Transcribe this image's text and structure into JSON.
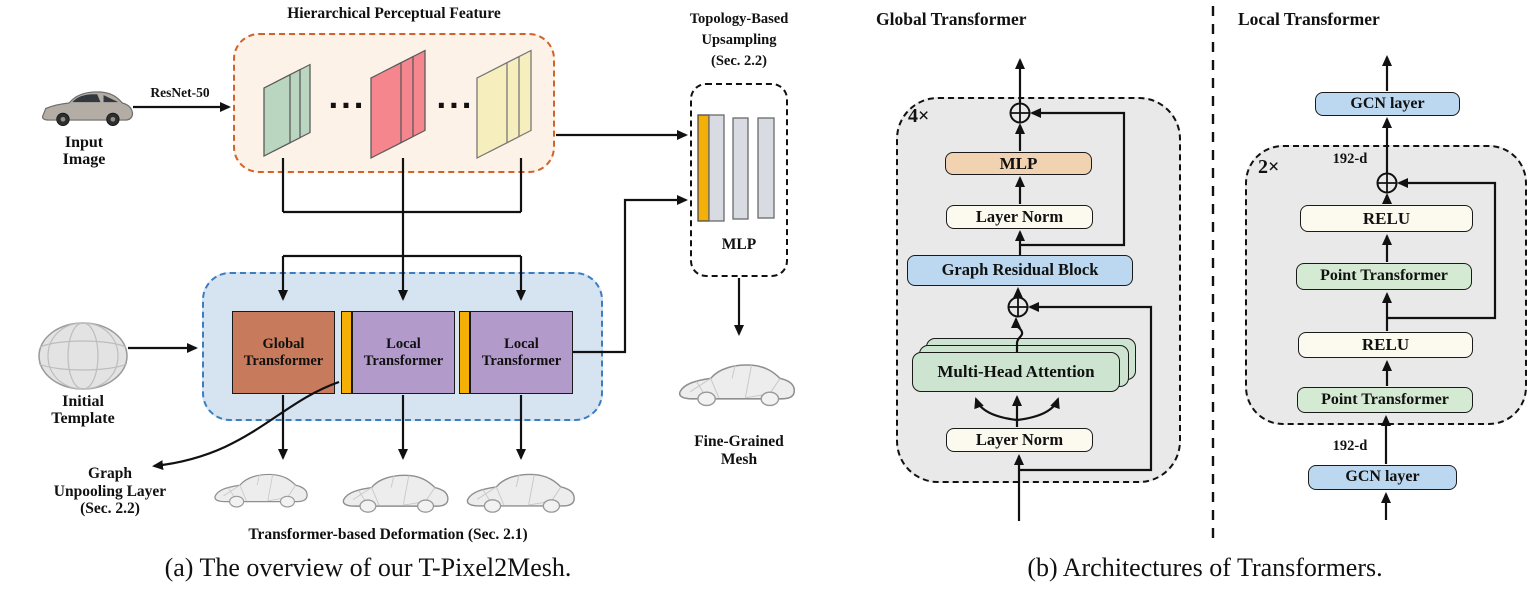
{
  "colors": {
    "feature_box_border": "#D2622A",
    "feature_box_bg": "#FCF2E8",
    "deform_box_border": "#3C7DC0",
    "deform_box_bg": "#D6E4F2",
    "global_transformer_fill": "#C87B5C",
    "local_transformer_fill": "#B29BCB",
    "highlight_strip_yellow": "#F5B008",
    "mlp_fill": "#F2D3B1",
    "layer_norm_fill": "#FCFAEE",
    "graph_residual_fill": "#BCD8F0",
    "attention_fill": "#CDE4D0",
    "point_transformer_fill": "#D5EAD3",
    "panel_bg": "#E9E9E9",
    "feature_map_green": "#BAD6C0",
    "feature_map_red": "#F5868E",
    "feature_map_yellow": "#F6EFBD"
  },
  "panel_a": {
    "caption": "(a) The overview of our T-Pixel2Mesh.",
    "resnet_label": "ResNet-50",
    "input_image_label": [
      "Input",
      "Image"
    ],
    "feature_box_title": "Hierarchical Perceptual Feature",
    "dots": "...",
    "initial_template_label": [
      "Initial",
      "Template"
    ],
    "graph_unpooling_label": [
      "Graph",
      "Unpooling Layer",
      "(Sec. 2.2)"
    ],
    "topology_title": [
      "Topology-Based",
      "Upsampling",
      "(Sec. 2.2)"
    ],
    "topology_mlp_label": "MLP",
    "transformer_blocks": [
      [
        "Global",
        "Transformer"
      ],
      [
        "Local",
        "Transformer"
      ],
      [
        "Local",
        "Transformer"
      ]
    ],
    "fine_grained_label": [
      "Fine-Grained",
      "Mesh"
    ],
    "deformation_label": "Transformer-based Deformation (Sec. 2.1)"
  },
  "panel_b": {
    "caption": "(b) Architectures of Transformers.",
    "global": {
      "title": "Global Transformer",
      "repeat_label": "4×",
      "mlp": "MLP",
      "layer_norm_top": "Layer Norm",
      "graph_residual_block": "Graph Residual Block",
      "multi_head_attention": "Multi-Head Attention",
      "layer_norm_bottom": "Layer Norm"
    },
    "local": {
      "title": "Local Transformer",
      "repeat_label": "2×",
      "dim_label_top": "192-d",
      "dim_label_bottom": "192-d",
      "gcn_top": "GCN layer",
      "relu_top": "RELU",
      "point_transformer_top": "Point Transformer",
      "relu_bottom": "RELU",
      "point_transformer_bottom": "Point Transformer",
      "gcn_bottom": "GCN layer"
    }
  }
}
